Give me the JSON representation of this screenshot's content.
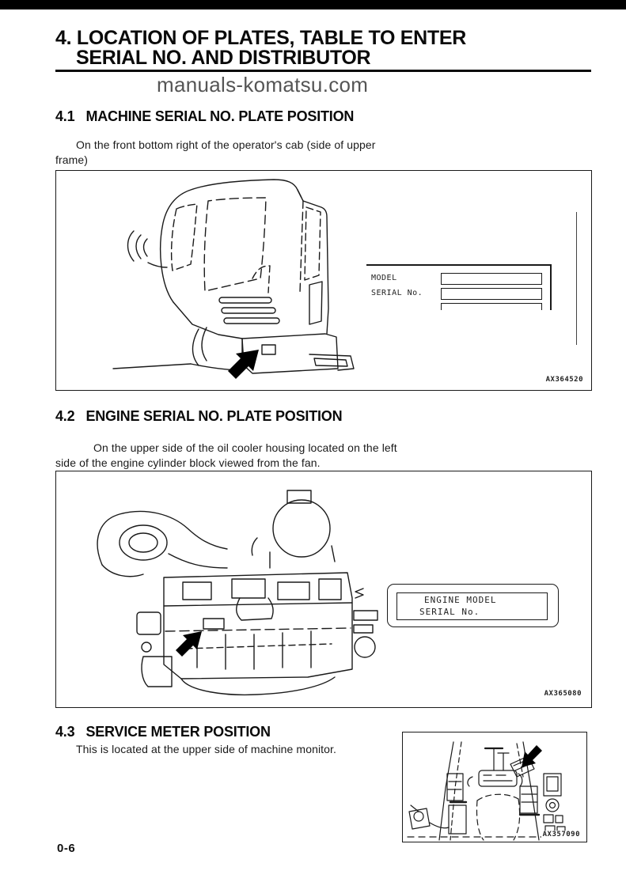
{
  "page": {
    "title_line1": "4. LOCATION OF PLATES, TABLE TO ENTER",
    "title_line2": "SERIAL NO. AND DISTRIBUTOR",
    "watermark": "manuals-komatsu.com",
    "page_number": "0-6"
  },
  "section_41": {
    "number": "4.1",
    "heading": "MACHINE SERIAL NO. PLATE POSITION",
    "body_line1": "On the front bottom right of the operator's cab (side of upper",
    "body_line2": "frame)",
    "figure": {
      "code": "AX364520",
      "plate_label_model": "MODEL",
      "plate_label_serial": "SERIAL No."
    }
  },
  "section_42": {
    "number": "4.2",
    "heading": "ENGINE SERIAL NO. PLATE POSITION",
    "body_line1": "On the upper side of the oil cooler housing located on the left",
    "body_line2": "side of the engine cylinder block viewed from the fan.",
    "figure": {
      "code": "AX365080",
      "plate_label_model": "ENGINE MODEL",
      "plate_label_serial": "SERIAL No."
    }
  },
  "section_43": {
    "number": "4.3",
    "heading": "SERVICE METER POSITION",
    "body": "This is located at the upper side of machine monitor.",
    "figure": {
      "code": "AX357090"
    }
  }
}
